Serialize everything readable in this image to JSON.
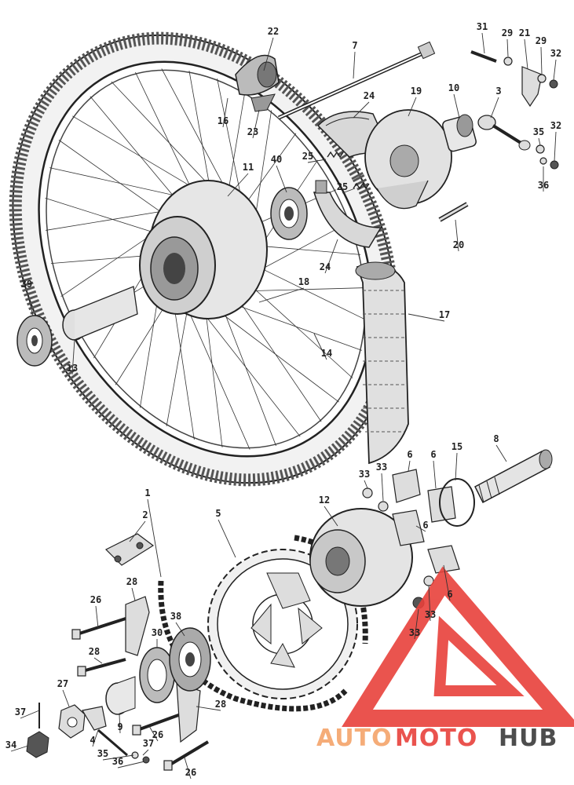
{
  "callouts": [
    {
      "id": "c22a",
      "text": "22"
    },
    {
      "id": "c7",
      "text": "7"
    },
    {
      "id": "c31",
      "text": "31"
    },
    {
      "id": "c29a",
      "text": "29"
    },
    {
      "id": "c21",
      "text": "21"
    },
    {
      "id": "c29b",
      "text": "29"
    },
    {
      "id": "c32a",
      "text": "32"
    },
    {
      "id": "c16",
      "text": "16"
    },
    {
      "id": "c23",
      "text": "23"
    },
    {
      "id": "c24a",
      "text": "24"
    },
    {
      "id": "c19",
      "text": "19"
    },
    {
      "id": "c10",
      "text": "10"
    },
    {
      "id": "c3",
      "text": "3"
    },
    {
      "id": "c35a",
      "text": "35"
    },
    {
      "id": "c32b",
      "text": "32"
    },
    {
      "id": "c36a",
      "text": "36"
    },
    {
      "id": "c25a",
      "text": "25"
    },
    {
      "id": "c25b",
      "text": "25"
    },
    {
      "id": "c11",
      "text": "11"
    },
    {
      "id": "c40",
      "text": "40"
    },
    {
      "id": "c20",
      "text": "20"
    },
    {
      "id": "c24b",
      "text": "24"
    },
    {
      "id": "c39",
      "text": "39"
    },
    {
      "id": "c18",
      "text": "18"
    },
    {
      "id": "c17",
      "text": "17"
    },
    {
      "id": "c14",
      "text": "14"
    },
    {
      "id": "c13",
      "text": "13"
    },
    {
      "id": "c6a",
      "text": "6"
    },
    {
      "id": "c6b",
      "text": "6"
    },
    {
      "id": "c15",
      "text": "15"
    },
    {
      "id": "c8",
      "text": "8"
    },
    {
      "id": "c33a",
      "text": "33"
    },
    {
      "id": "c33b",
      "text": "33"
    },
    {
      "id": "c1",
      "text": "1"
    },
    {
      "id": "c2",
      "text": "2"
    },
    {
      "id": "c5",
      "text": "5"
    },
    {
      "id": "c12",
      "text": "12"
    },
    {
      "id": "c6c",
      "text": "6"
    },
    {
      "id": "c6d",
      "text": "6"
    },
    {
      "id": "c33c",
      "text": "33"
    },
    {
      "id": "c33d",
      "text": "33"
    },
    {
      "id": "c26a",
      "text": "26"
    },
    {
      "id": "c28a",
      "text": "28"
    },
    {
      "id": "c38",
      "text": "38"
    },
    {
      "id": "c30",
      "text": "30"
    },
    {
      "id": "c28b",
      "text": "28"
    },
    {
      "id": "c28c",
      "text": "28"
    },
    {
      "id": "c27",
      "text": "27"
    },
    {
      "id": "c9",
      "text": "9"
    },
    {
      "id": "c37a",
      "text": "37"
    },
    {
      "id": "c26b",
      "text": "26"
    },
    {
      "id": "c34",
      "text": "34"
    },
    {
      "id": "c4",
      "text": "4"
    },
    {
      "id": "c37b",
      "text": "37"
    },
    {
      "id": "c35b",
      "text": "35"
    },
    {
      "id": "c36b",
      "text": "36"
    },
    {
      "id": "c26c",
      "text": "26"
    }
  ],
  "watermark": {
    "part1": "AUTO",
    "part2": "MOTO",
    "part3": "HUB",
    "color_light": "#f4a46a",
    "color_red": "#e8413b",
    "color_dark": "#3a3a3a"
  }
}
